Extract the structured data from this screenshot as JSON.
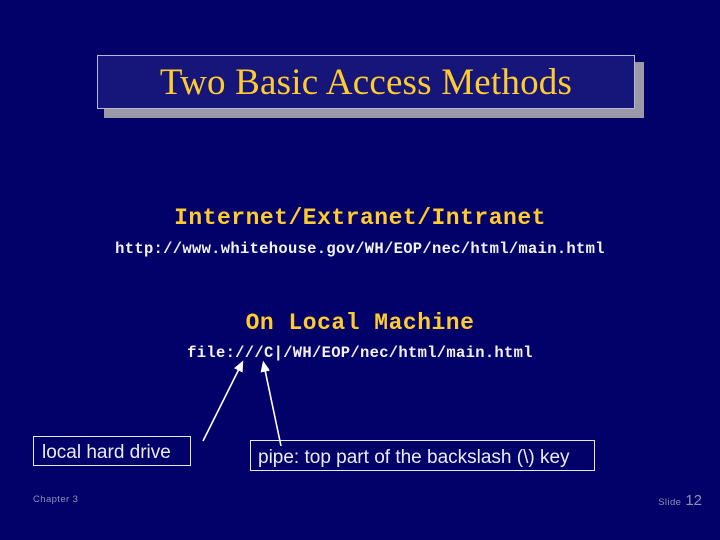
{
  "slide": {
    "title": "Two Basic Access Methods",
    "background_color": "#010169",
    "accent_color": "#ffcb2e",
    "text_color": "#f2f2f7"
  },
  "sections": [
    {
      "heading": "Internet/Extranet/Intranet",
      "path": "http://www.whitehouse.gov/WH/EOP/nec/html/main.html"
    },
    {
      "heading": "On Local Machine",
      "path": "file:///C|/WH/EOP/nec/html/main.html"
    }
  ],
  "callouts": [
    {
      "label": "local hard drive"
    },
    {
      "label": "pipe: top part of the backslash (\\) key"
    }
  ],
  "footer": {
    "chapter": "Chapter 3",
    "slide_word": "Slide",
    "slide_number": "12"
  }
}
